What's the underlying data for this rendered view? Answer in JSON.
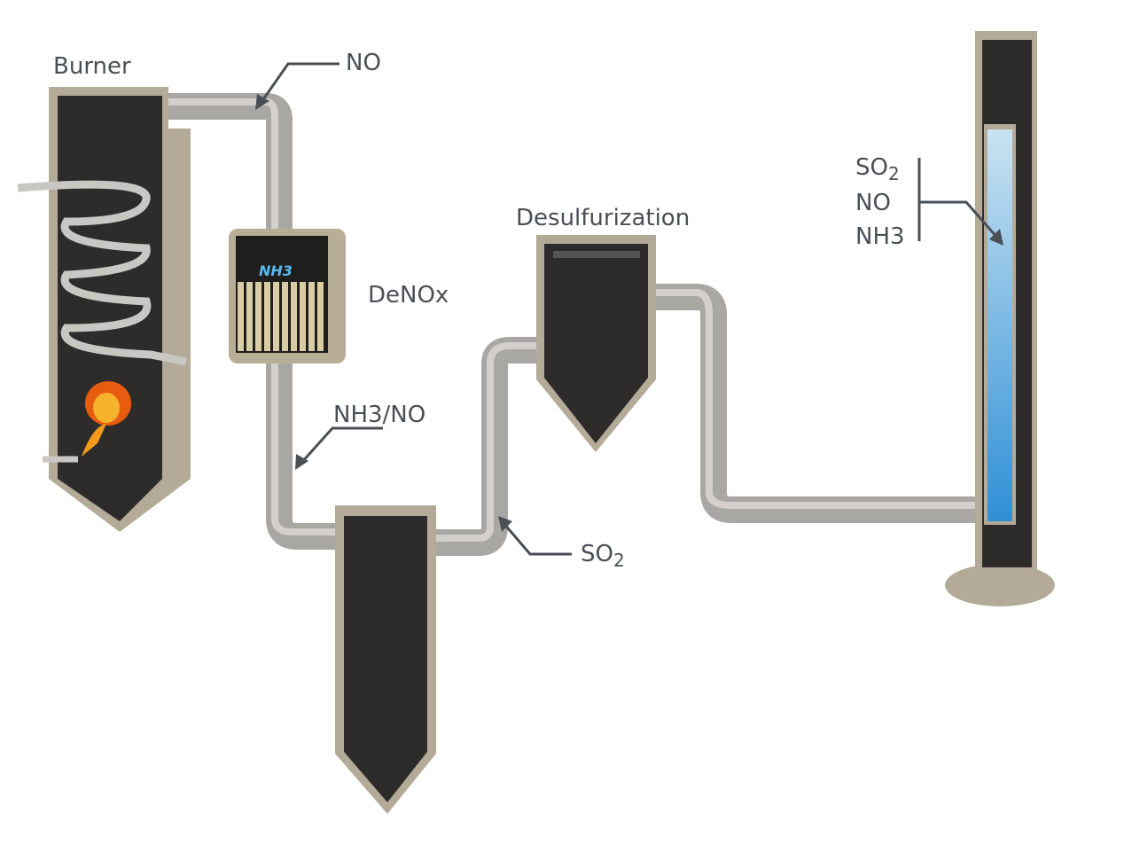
{
  "labels": {
    "burner": "Burner",
    "no_top": "NO",
    "denox": "DeNOx",
    "nh3_catalyst": "NH3",
    "nh3_no": "NH3/NO",
    "desulfurization": "Desulfurization",
    "so2_bottom": {
      "main": "SO",
      "sub": "2"
    },
    "stack_so2": {
      "main": "SO",
      "sub": "2"
    },
    "stack_no": "NO",
    "stack_nh3": "NH3"
  },
  "colors": {
    "vessel": "#2e2c2b",
    "pipe": "#b9b7b4",
    "shell": "#b3aa98",
    "analyzer": "#3d9bd8",
    "text": "#4a4f55"
  }
}
